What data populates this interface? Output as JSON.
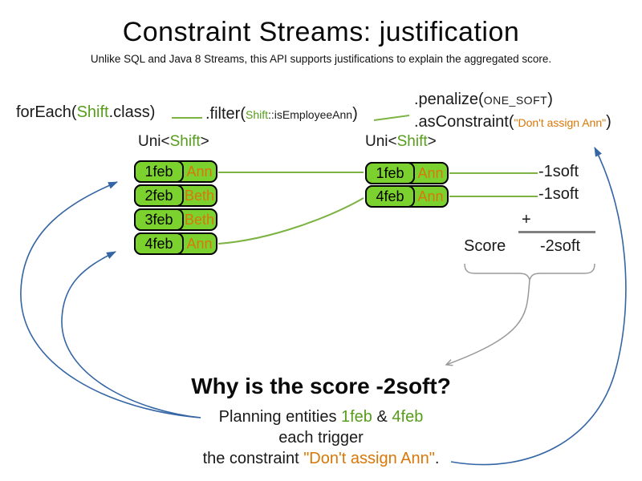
{
  "title": "Constraint Streams: justification",
  "subtitle": "Unlike SQL and Java 8 Streams, this API supports justifications to explain the aggregated score.",
  "code": {
    "foreach_prefix": "forEach(",
    "foreach_class": "Shift",
    "foreach_suffix": ".class)",
    "filter_prefix": ".filter(",
    "filter_arg_class": "Shift",
    "filter_arg_rest": "::isEmployeeAnn",
    "filter_suffix": ")",
    "penalize_prefix": ".penalize(",
    "penalize_arg": "ONE_SOFT",
    "penalize_suffix": ")",
    "asconstraint_prefix": ".asConstraint(",
    "asconstraint_arg": "\"Don't assign Ann\"",
    "asconstraint_suffix": ")"
  },
  "stream_labels": {
    "left": {
      "prefix": "Uni<",
      "type": "Shift",
      "suffix": ">"
    },
    "right": {
      "prefix": "Uni<",
      "type": "Shift",
      "suffix": ">"
    }
  },
  "left_table": {
    "rows": [
      {
        "date": "1feb",
        "name": "Ann"
      },
      {
        "date": "2feb",
        "name": "Beth"
      },
      {
        "date": "3feb",
        "name": "Beth"
      },
      {
        "date": "4feb",
        "name": "Ann"
      }
    ]
  },
  "right_table": {
    "rows": [
      {
        "date": "1feb",
        "name": "Ann"
      },
      {
        "date": "4feb",
        "name": "Ann"
      }
    ]
  },
  "score_panel": {
    "match_weights": [
      "-1soft",
      "-1soft"
    ],
    "plus_sign": "+",
    "score_label": "Score",
    "score_value": "-2soft"
  },
  "explanation": {
    "heading": "Why is the score -2soft?",
    "line1_prefix": "Planning entities ",
    "line1_entity1": "1feb",
    "line1_amp": " & ",
    "line1_entity2": "4feb",
    "line2": "each trigger",
    "line3_prefix": "the constraint ",
    "line3_constraint": "\"Don't assign Ann\"",
    "line3_suffix": "."
  },
  "colors": {
    "green_fill": "#7bd22f",
    "green_text": "#579d1c",
    "orange_text": "#d97708",
    "line_green": "#7db343",
    "arrow_blue": "#3465a4",
    "gray": "#999999",
    "sum_line": "#808080"
  }
}
